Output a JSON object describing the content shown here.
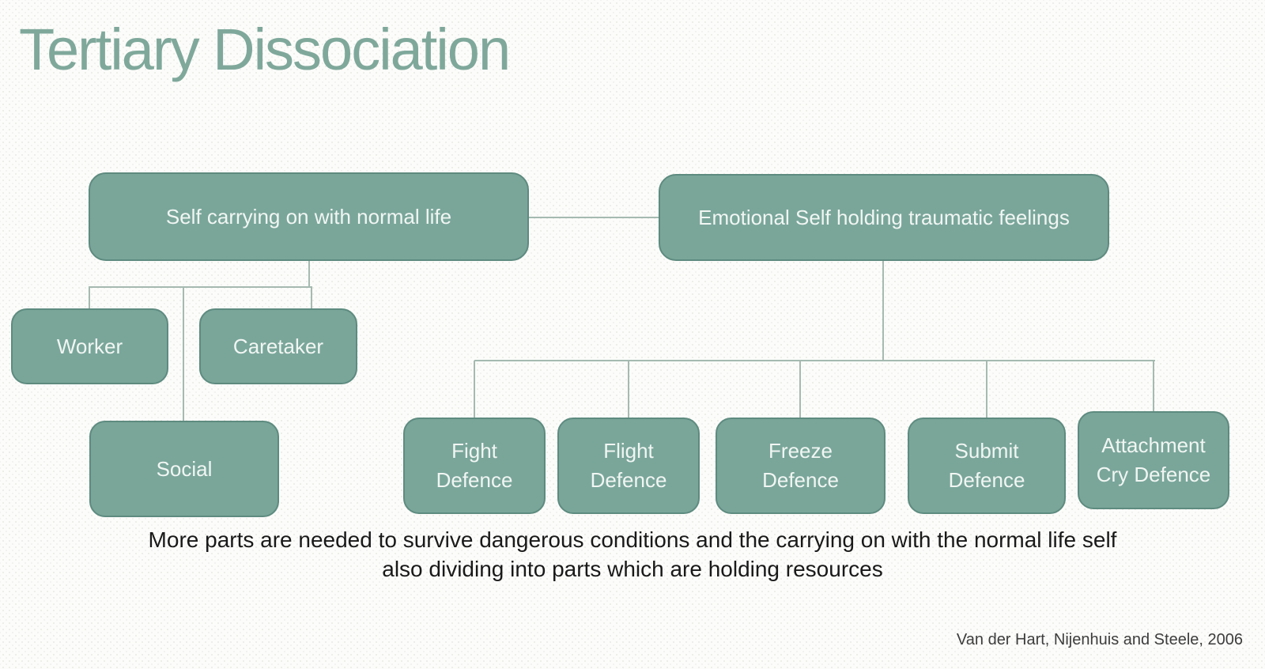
{
  "slide": {
    "title": "Tertiary Dissociation",
    "caption": "More parts are needed to survive dangerous conditions and the carrying on with the normal life self\nalso dividing into parts which are holding resources",
    "citation": "Van der Hart, Nijenhuis and Steele, 2006"
  },
  "nodes": {
    "self_normal": "Self carrying on with normal life",
    "emotional": "Emotional Self holding traumatic feelings",
    "worker": "Worker",
    "caretaker": "Caretaker",
    "social": "Social",
    "fight": "Fight\nDefence",
    "flight": "Flight\nDefence",
    "freeze": "Freeze\nDefence",
    "submit": "Submit\nDefence",
    "attachment": "Attachment\nCry Defence"
  },
  "colors": {
    "box_fill": "#7AA69A",
    "box_border": "#5E8B7F",
    "connector": "#A5BAB1",
    "title_text": "#7FA89B",
    "box_text": "#F1F6F3",
    "caption_text": "#191919",
    "citation_text": "#3D3D3D",
    "background": "#FCFCFA"
  }
}
